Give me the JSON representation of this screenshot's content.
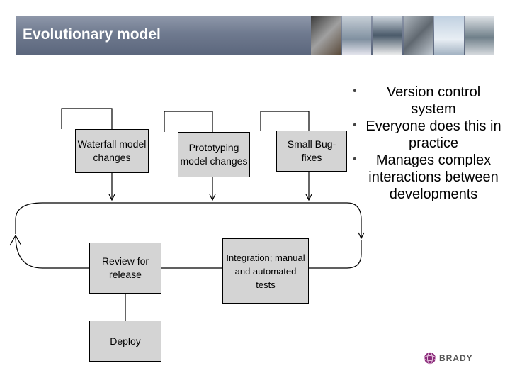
{
  "header": {
    "title": "Evolutionary model"
  },
  "diagram": {
    "boxes": {
      "waterfall": "Waterfall model changes",
      "prototyping": "Prototyping model changes",
      "bugfixes": "Small Bug-fixes",
      "review": "Review for release",
      "integration": "Integration; manual and automated tests",
      "deploy": "Deploy"
    }
  },
  "bullets": [
    "Version control system",
    "Everyone does this in practice",
    "Manages complex interactions between developments"
  ],
  "branding": {
    "logo_text": "BRADY"
  },
  "colors": {
    "title_bar": "#6f7a8f",
    "box_fill": "#d4d4d4",
    "logo_globe": "#8a2a7a"
  }
}
